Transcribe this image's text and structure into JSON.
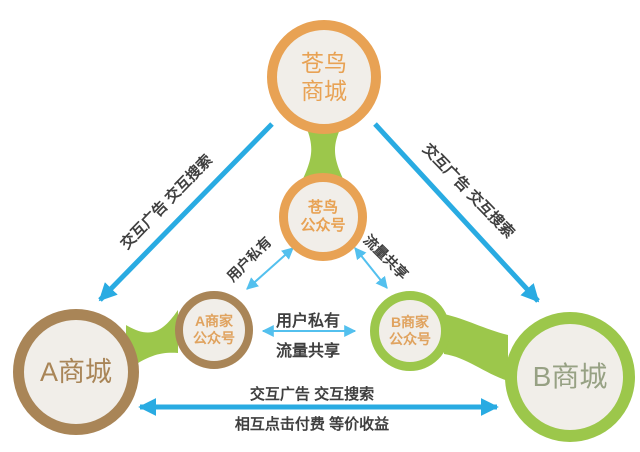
{
  "diagram": {
    "nodes": {
      "cangniao_mall": {
        "line1": "苍鸟",
        "line2": "商城"
      },
      "cangniao_official": {
        "line1": "苍鸟",
        "line2": "公众号"
      },
      "a_mall": {
        "label": "A商城"
      },
      "a_official": {
        "line1": "A商家",
        "line2": "公众号"
      },
      "b_official": {
        "line1": "B商家",
        "line2": "公众号"
      },
      "b_mall": {
        "label": "B商城"
      }
    },
    "labels": {
      "left_diagonal": "交互广告 交互搜索",
      "right_diagonal": "交互广告 交互搜索",
      "upper_left_link": "用户私有",
      "upper_right_link": "流量共享",
      "middle_link_top": "用户私有",
      "middle_link_bottom": "流量共享",
      "bottom_link_top": "交互广告 交互搜索",
      "bottom_link_bottom": "相互点击付费 等价收益"
    },
    "colors": {
      "orange": "#E8A254",
      "brown": "#A98557",
      "green": "#9CC74B",
      "node_fill": "#F1EEE9",
      "arrow_blue": "#29ABE2",
      "thin_arrow_blue": "#53C0EE",
      "dark_text": "#3F3F3F",
      "official_text": "#E0A35F",
      "b_mall_text": "#97A184"
    }
  }
}
